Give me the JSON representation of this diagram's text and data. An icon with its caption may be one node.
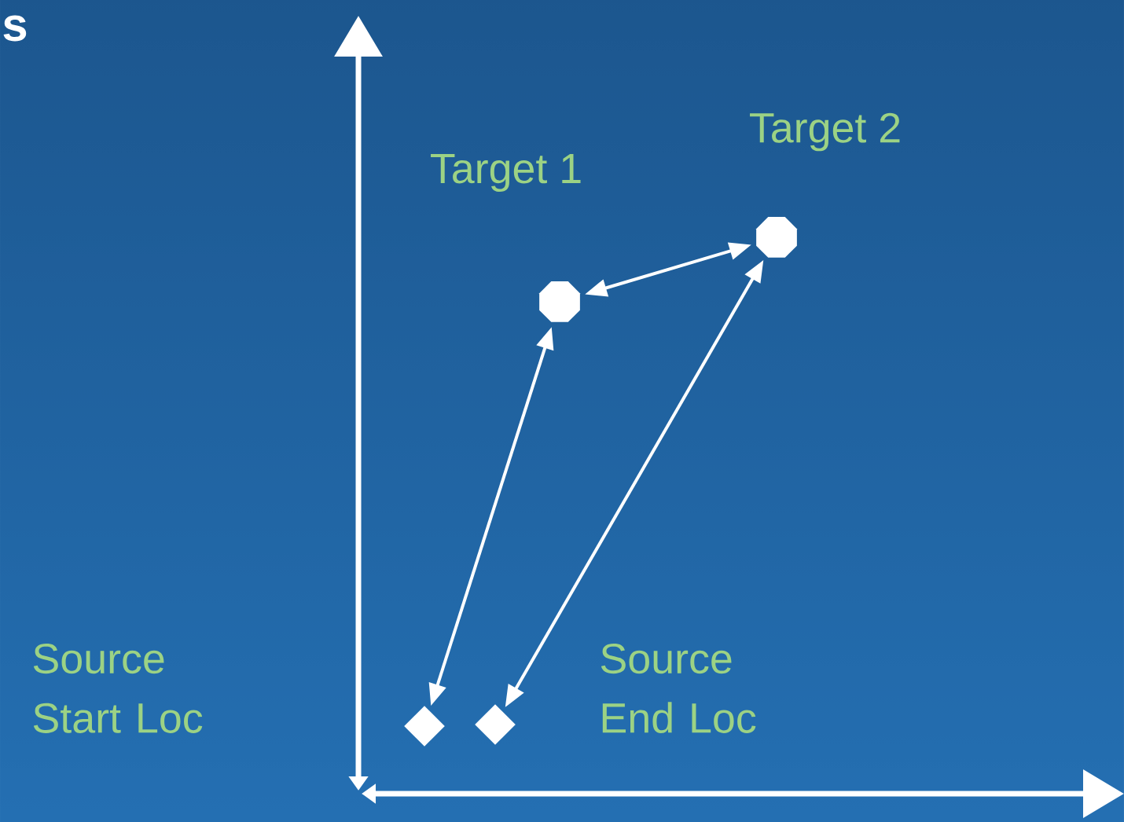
{
  "diagram": {
    "nodes": [
      {
        "text": [],
        "shape": "octagon",
        "beside": [
          "Target 1"
        ]
      },
      {
        "text": [],
        "shape": "octagon",
        "beside": [
          "Target 2"
        ]
      },
      {
        "text": [],
        "shape": "diamond"
      },
      {
        "text": [],
        "shape": "diamond",
        "beside": [
          "Source End Loc"
        ]
      }
    ],
    "edges": [
      {
        "from": 0,
        "to": 1,
        "arrow": "both"
      },
      {
        "from": 0,
        "to": 2,
        "arrow": "both"
      },
      {
        "from": 1,
        "to": 3,
        "arrow": "both"
      }
    ],
    "labels": [
      "s",
      "Source Start Loc"
    ]
  }
}
